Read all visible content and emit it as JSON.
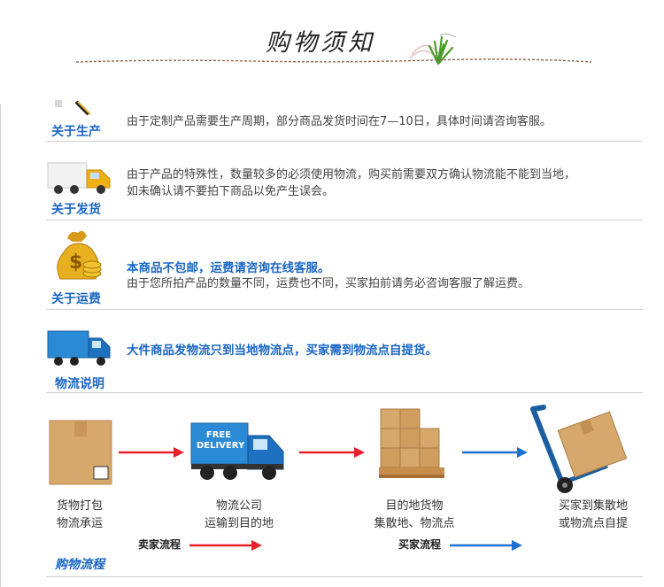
{
  "header": {
    "title": "购物须知"
  },
  "sections": [
    {
      "label": "关于生产",
      "icon": "production-icon",
      "text": "由于定制产品需要生产周期，部分商品发货时间在7—10日，具体时间请咨询客服。"
    },
    {
      "label": "关于发货",
      "icon": "delivery-truck-icon",
      "text1": "由于产品的特殊性，数量较多的必须使用物流，购买前需要双方确认物流能不能到当地，",
      "text2": "如未确认请不要拍下商品以免产生误会。"
    },
    {
      "label": "关于运费",
      "icon": "money-bag-icon",
      "highlight": "本商品不包邮，运费请咨询在线客服。",
      "text": "由于您所拍产品的数量不同，运费也不同，买家拍前请务必咨询客服了解运费。"
    },
    {
      "label": "物流说明",
      "icon": "logistics-truck-icon",
      "highlight": "大件商品发物流只到当地物流点，买家需到物流点自提货。"
    }
  ],
  "flow": {
    "steps": [
      {
        "line1": "货物打包",
        "line2": "物流承运"
      },
      {
        "line1": "物流公司",
        "line2": "运输到目的地"
      },
      {
        "line1": "目的地货物",
        "line2": "集散地、物流点"
      },
      {
        "line1": "买家到集散地",
        "line2": "或物流点自提"
      }
    ],
    "truck_text1": "FREE",
    "truck_text2": "DELIVERY",
    "seller_label": "卖家流程",
    "buyer_label": "买家流程",
    "footer_label": "购物流程",
    "colors": {
      "red": "#e8222a",
      "blue": "#1d6fd0"
    }
  }
}
